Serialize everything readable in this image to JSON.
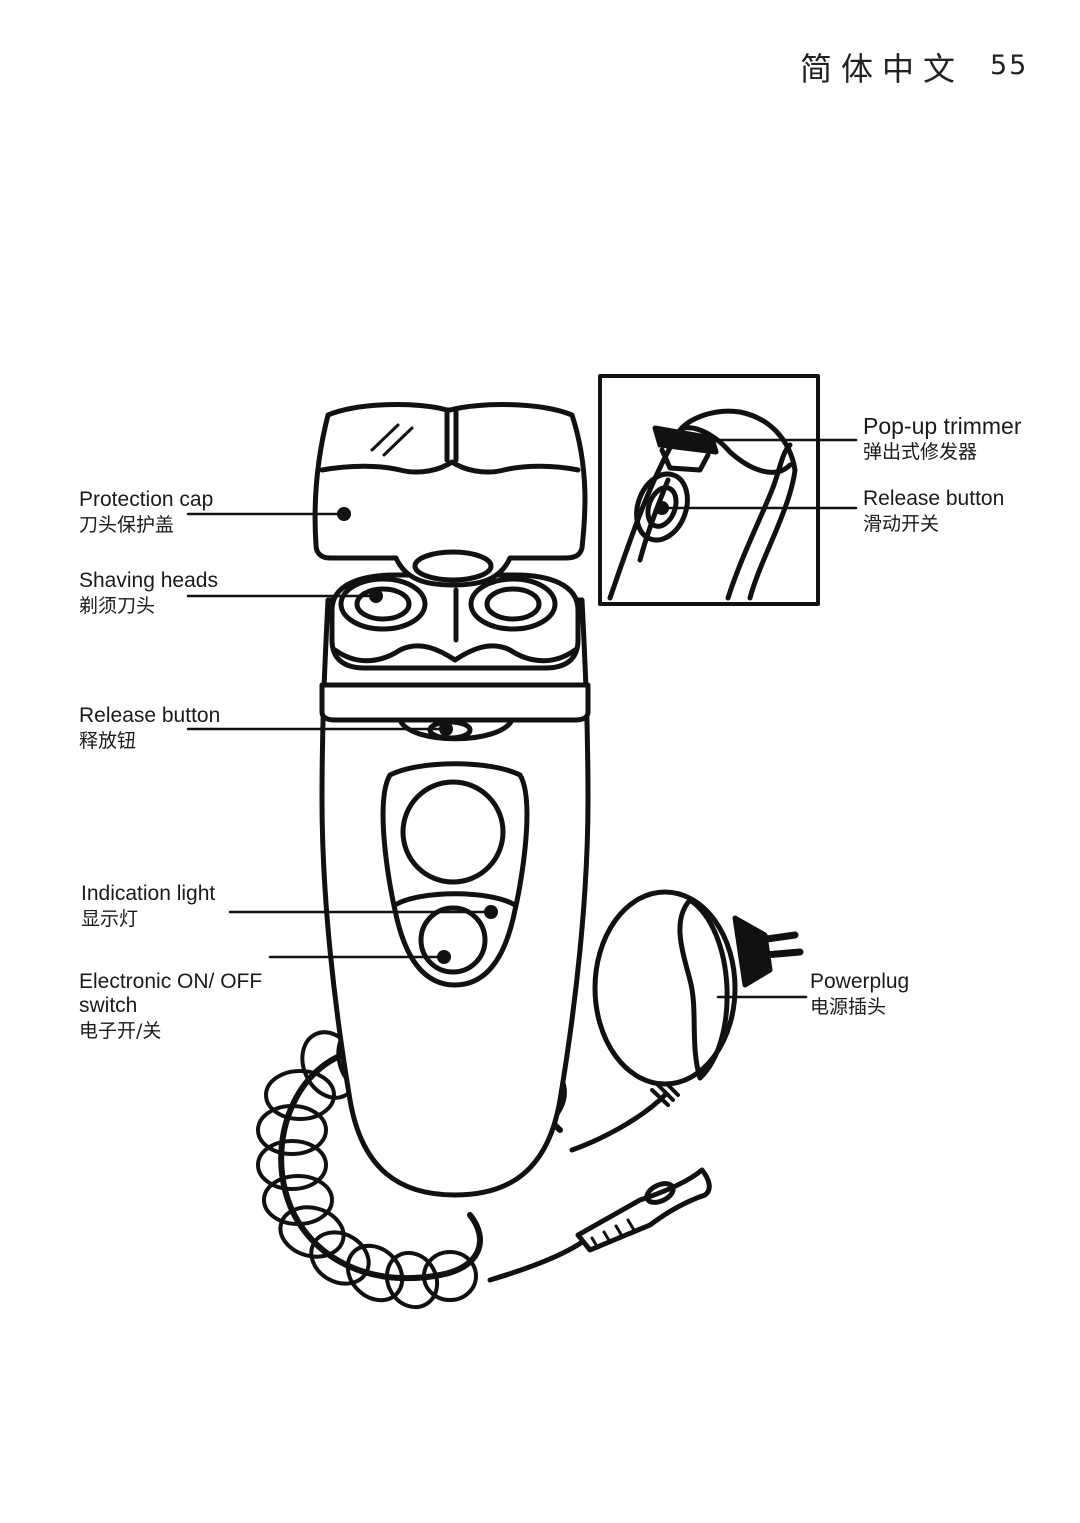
{
  "header": {
    "language": "简体中文",
    "page_number": "55"
  },
  "callouts": {
    "protection_cap": {
      "en": "Protection cap",
      "zh": "刀头保护盖"
    },
    "shaving_heads": {
      "en": "Shaving heads",
      "zh": "剃须刀头"
    },
    "release_button": {
      "en": "Release button",
      "zh": "释放钮"
    },
    "indication_light": {
      "en": "Indication light",
      "zh": "显示灯"
    },
    "on_off_switch": {
      "en_line1": "Electronic ON/ OFF",
      "en_line2": "switch",
      "zh": "电子开/关"
    },
    "popup_trimmer": {
      "en": "Pop-up trimmer",
      "zh": "弹出式修发器"
    },
    "trimmer_release": {
      "en": "Release button",
      "zh": "滑动开关"
    },
    "powerplug": {
      "en": "Powerplug",
      "zh": "电源插头"
    }
  }
}
